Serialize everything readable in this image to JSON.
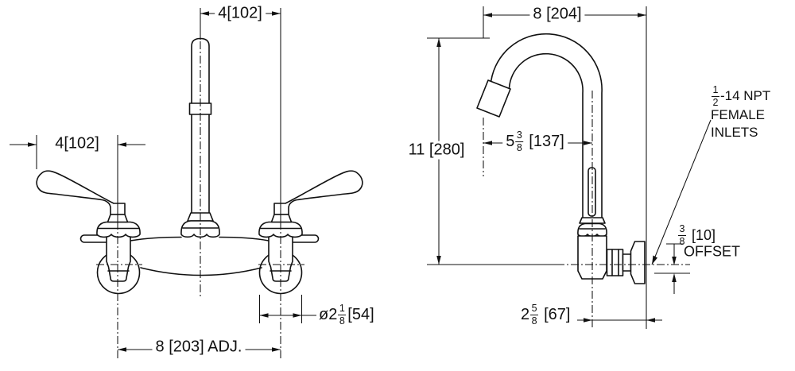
{
  "front_view": {
    "dim_spout_to_valve": "4[102]",
    "dim_handle_length": "4[102]",
    "dim_flange_diameter": {
      "prefix": "ø2",
      "numerator": "1",
      "denominator": "8",
      "metric": "[54]"
    },
    "dim_inlet_centers": "8 [203] ADJ."
  },
  "side_view": {
    "dim_wall_to_spout": "8 [204]",
    "dim_overall_height": "11 [280]",
    "dim_spout_reach": {
      "prefix": "5",
      "numerator": "3",
      "denominator": "8",
      "metric": "[137]"
    },
    "dim_wall_to_riser": {
      "prefix": "2",
      "numerator": "5",
      "denominator": "8",
      "metric": "[67]"
    },
    "dim_offset": {
      "numerator": "3",
      "denominator": "8",
      "metric": "[10]",
      "label": "OFFSET"
    },
    "note_inlets": {
      "numerator": "1",
      "denominator": "2",
      "rest": "-14 NPT",
      "line2": "FEMALE",
      "line3": "INLETS"
    }
  }
}
